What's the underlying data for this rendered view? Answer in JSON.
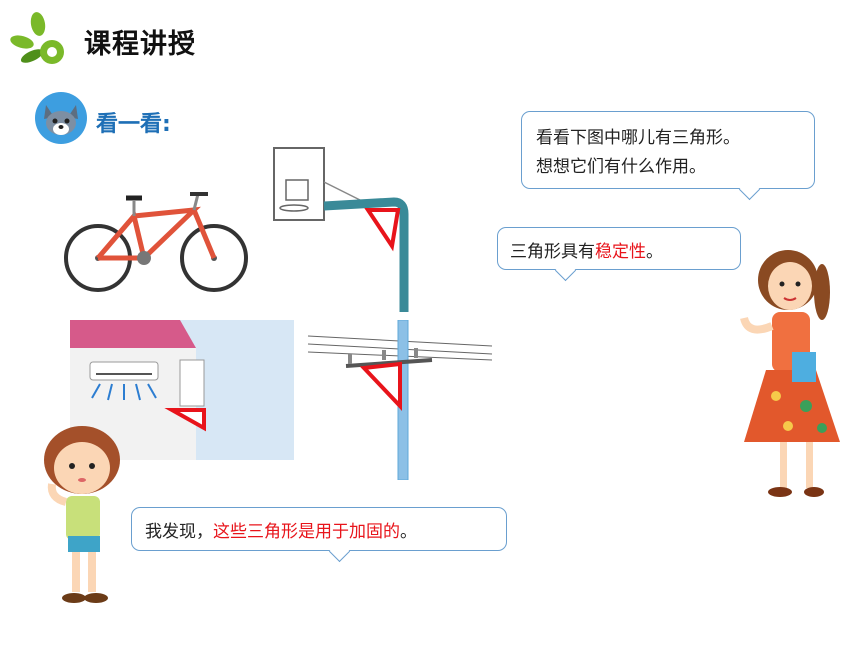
{
  "header": {
    "title": "课程讲授"
  },
  "section": {
    "label": "看一看:"
  },
  "bubbles": {
    "question_line1": "看看下图中哪儿有三角形。",
    "question_line2": "想想它们有什么作用。",
    "stability_prefix": "三角形具有",
    "stability_highlight": "稳定性",
    "stability_suffix": "。",
    "finding_prefix": "我发现，",
    "finding_highlight": "这些三角形是用于加固的",
    "finding_suffix": "。"
  },
  "colors": {
    "accent_red": "#e8141b",
    "bubble_border": "#6a9fcf",
    "logo_green": "#7ab929",
    "pole_blue": "#5fa8d8"
  },
  "icons": [
    "leaf-logo-icon",
    "wolf-avatar-icon"
  ]
}
